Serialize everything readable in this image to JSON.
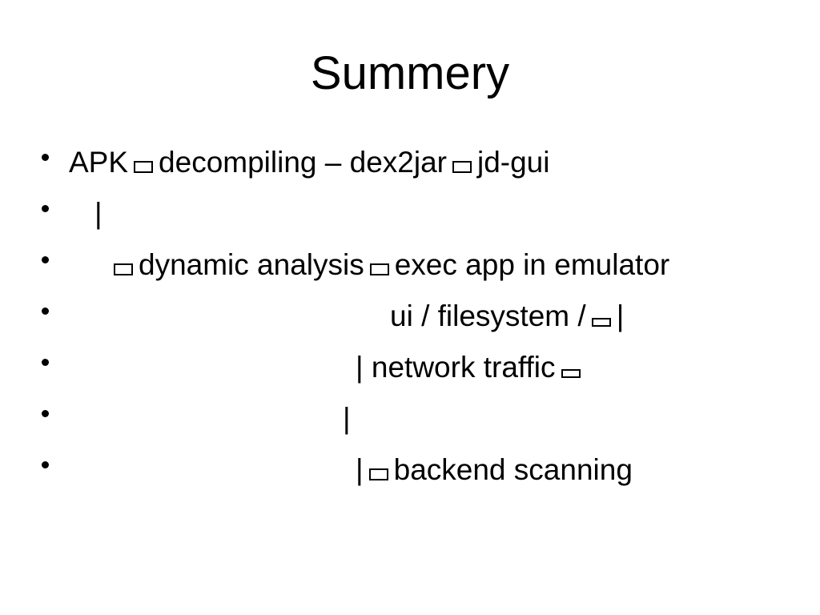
{
  "slide": {
    "title": "Summery",
    "background_color": "#ffffff",
    "text_color": "#000000",
    "bullets": [
      {
        "id": "apk-decompiling",
        "segments": [
          {
            "type": "text",
            "value": "APK"
          },
          {
            "type": "glyph",
            "value": "missing-glyph-box"
          },
          {
            "type": "text",
            "value": "decompiling – dex2jar"
          },
          {
            "type": "glyph",
            "value": "missing-glyph-box"
          },
          {
            "type": "text",
            "value": "jd-gui"
          }
        ],
        "plain": "APK □ decompiling – dex2jar □ jd-gui"
      },
      {
        "id": "pipe-1",
        "segments": [
          {
            "type": "text",
            "value": "|"
          }
        ],
        "plain": "|"
      },
      {
        "id": "dynamic-analysis",
        "segments": [
          {
            "type": "glyph",
            "value": "missing-glyph-box"
          },
          {
            "type": "text",
            "value": "dynamic analysis"
          },
          {
            "type": "glyph",
            "value": "missing-glyph-box"
          },
          {
            "type": "text",
            "value": "exec app in emulator"
          }
        ],
        "plain": "□ dynamic analysis □ exec app in emulator"
      },
      {
        "id": "ui-filesystem",
        "segments": [
          {
            "type": "text",
            "value": "ui / filesystem /"
          },
          {
            "type": "glyph",
            "value": "missing-glyph-box-flat"
          },
          {
            "type": "text",
            "value": "|"
          }
        ],
        "plain": "ui / filesystem / □ |"
      },
      {
        "id": "network-traffic",
        "segments": [
          {
            "type": "text",
            "value": "| network traffic"
          },
          {
            "type": "glyph",
            "value": "missing-glyph-box-flat"
          }
        ],
        "plain": "| network traffic □"
      },
      {
        "id": "pipe-2",
        "segments": [
          {
            "type": "text",
            "value": "|"
          }
        ],
        "plain": "|"
      },
      {
        "id": "backend-scanning",
        "segments": [
          {
            "type": "text",
            "value": "|"
          },
          {
            "type": "glyph",
            "value": "missing-glyph-box"
          },
          {
            "type": "text",
            "value": "backend scanning"
          }
        ],
        "plain": "| □ backend scanning"
      }
    ]
  }
}
